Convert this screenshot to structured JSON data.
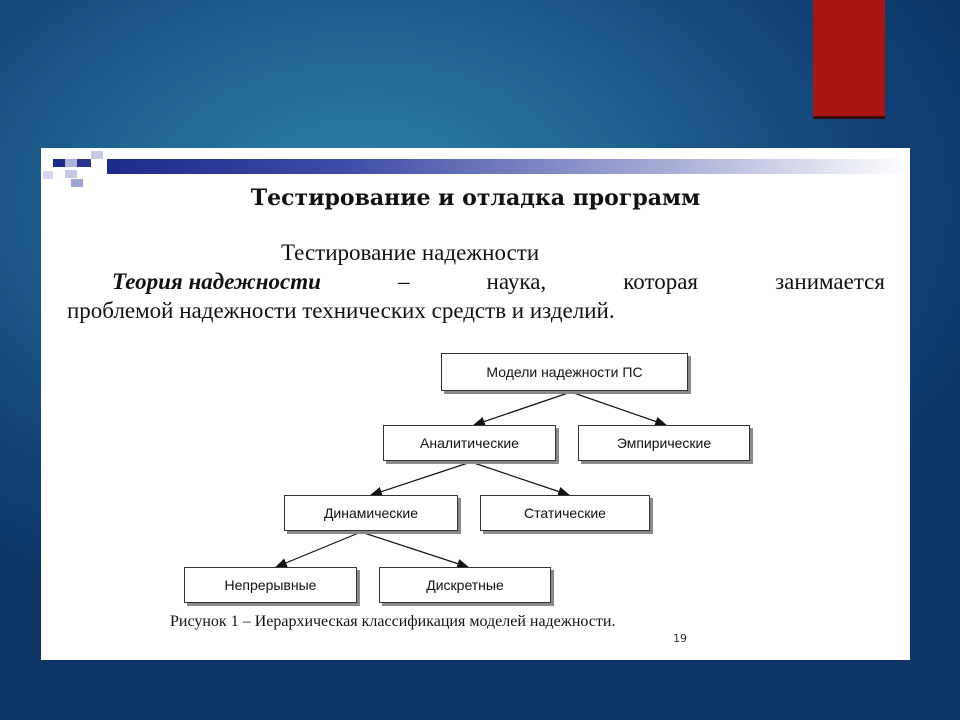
{
  "slide": {
    "title": "Тестирование и отладка программ",
    "subtitle": "Тестирование надежности",
    "paragraph": {
      "term": "Теория надежности",
      "line1_words": [
        "–",
        "наука,",
        "которая",
        "занимается"
      ],
      "line2": "проблемой надежности технических средств и изделий."
    },
    "caption": "Рисунок 1 – Иерархическая классификация моделей надежности.",
    "page_number": "19"
  },
  "diagram": {
    "nodes": [
      {
        "id": "root",
        "label": "Модели надежности ПС"
      },
      {
        "id": "analytic",
        "label": "Аналитические"
      },
      {
        "id": "empiric",
        "label": "Эмпирические"
      },
      {
        "id": "dynamic",
        "label": "Динамические"
      },
      {
        "id": "static",
        "label": "Статические"
      },
      {
        "id": "continuous",
        "label": "Непрерывные"
      },
      {
        "id": "discrete",
        "label": "Дискретные"
      }
    ],
    "edges": [
      {
        "from": "root",
        "to": "analytic"
      },
      {
        "from": "root",
        "to": "empiric"
      },
      {
        "from": "analytic",
        "to": "dynamic"
      },
      {
        "from": "analytic",
        "to": "static"
      },
      {
        "from": "dynamic",
        "to": "continuous"
      },
      {
        "from": "dynamic",
        "to": "discrete"
      }
    ]
  },
  "colors": {
    "accent_red": "#a81515",
    "header_band": "#1e2a8a",
    "background": "#1d5e8e"
  }
}
